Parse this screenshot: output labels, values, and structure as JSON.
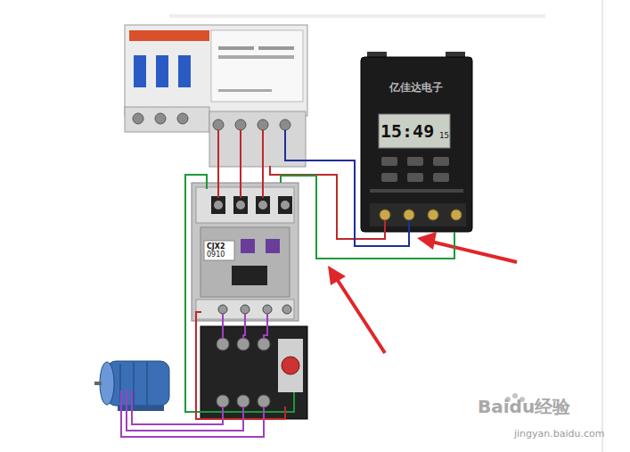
{
  "diagram": {
    "nodes": [
      {
        "text": [
          "亿佳达电子",
          "15:49",
          "15"
        ]
      },
      {
        "text": [
          "CJX2",
          "0910"
        ]
      }
    ],
    "edges": [
      {
        "from": 1,
        "to": 0,
        "arrow": "none"
      }
    ],
    "labels": [
      "Baidu经验",
      "jingyan.baidu.com"
    ]
  }
}
